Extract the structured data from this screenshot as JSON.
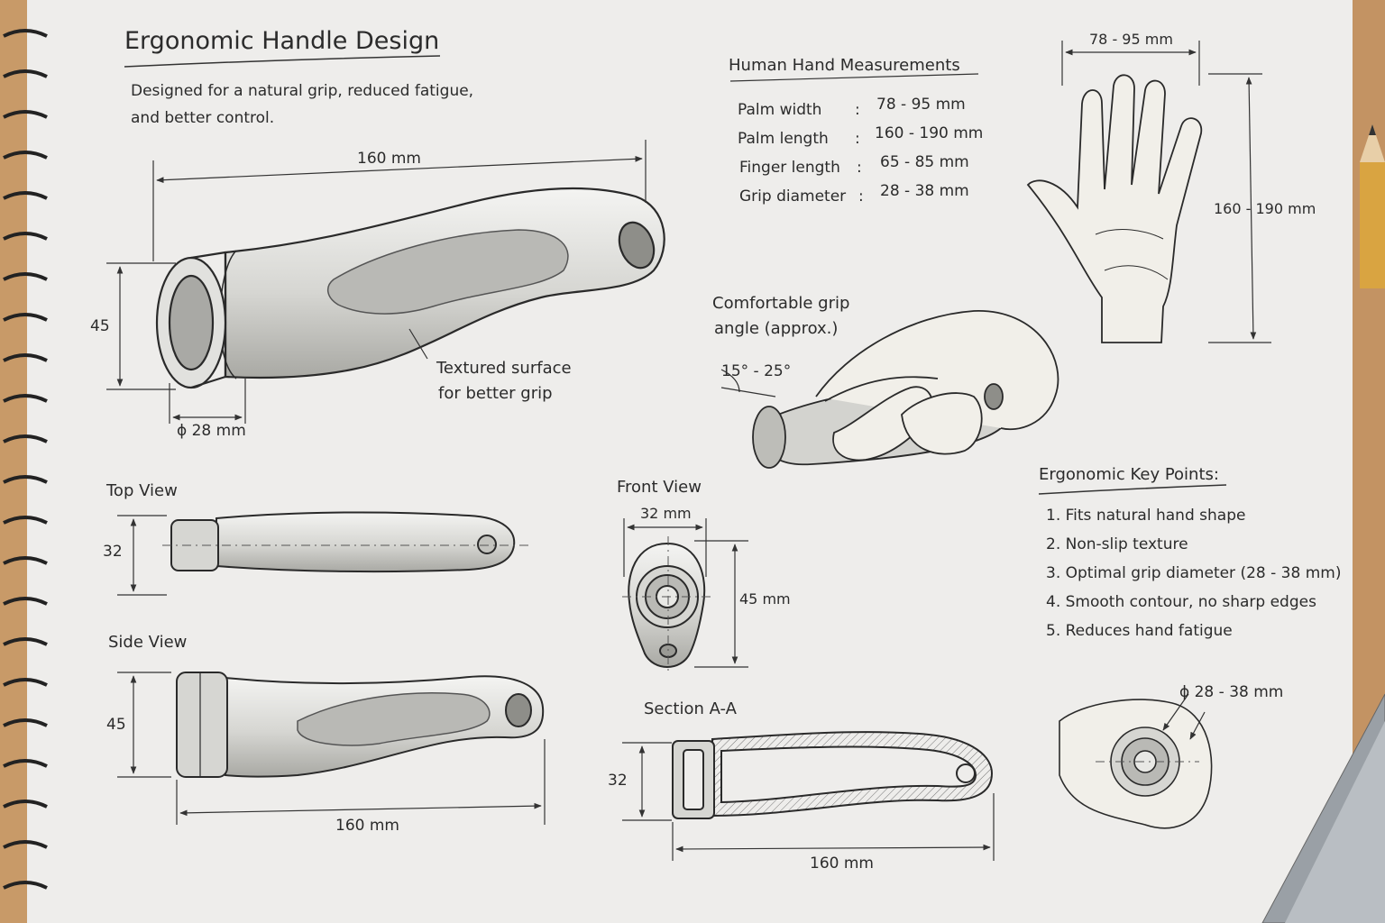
{
  "title": "Ergonomic Handle Design",
  "subtitle": [
    "Designed for a natural grip, reduced fatigue,",
    "and better control."
  ],
  "main_view": {
    "length": "160 mm",
    "height": "45",
    "diameter": "ϕ 28 mm",
    "callout": [
      "Textured surface",
      "for better grip"
    ]
  },
  "grip_angle": {
    "label": [
      "Comfortable grip",
      "angle (approx.)"
    ],
    "value": "15° - 25°"
  },
  "hand_measurements": {
    "title": "Human Hand Measurements",
    "rows": [
      {
        "name": "Palm width",
        "value": "78 - 95 mm"
      },
      {
        "name": "Palm length",
        "value": "160 - 190 mm"
      },
      {
        "name": "Finger length",
        "value": "65 - 85 mm"
      },
      {
        "name": "Grip diameter",
        "value": "28 - 38 mm"
      }
    ]
  },
  "hand_drawing": {
    "width": "78 - 95 mm",
    "length": "160 - 190 mm"
  },
  "top_view": {
    "label": "Top View",
    "height": "32"
  },
  "side_view": {
    "label": "Side View",
    "height": "45",
    "length": "160 mm"
  },
  "front_view": {
    "label": "Front View",
    "width": "32 mm",
    "height": "45 mm"
  },
  "section_view": {
    "label": "Section A-A",
    "height": "32",
    "length": "160 mm"
  },
  "key_points": {
    "title": "Ergonomic Key Points:",
    "items": [
      "1. Fits natural hand shape",
      "2. Non-slip texture",
      "3. Optimal grip diameter (28 - 38 mm)",
      "4. Smooth contour, no sharp edges",
      "5. Reduces hand fatigue"
    ]
  },
  "grip_diameter_detail": "ϕ 28 - 38 mm"
}
